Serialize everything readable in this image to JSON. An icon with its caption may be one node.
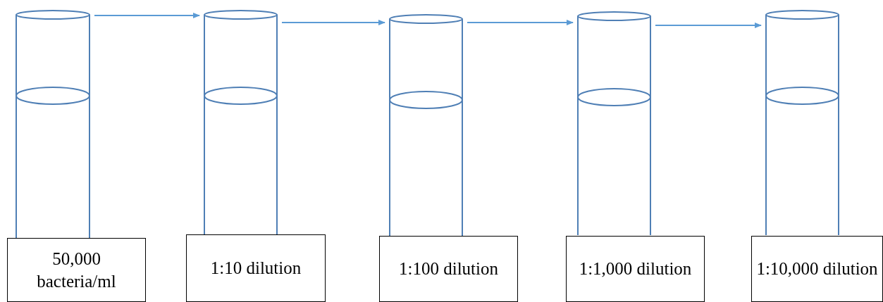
{
  "diagram": {
    "nodes": [
      {
        "text": [],
        "shape": "cylinder"
      },
      {
        "text": [],
        "shape": "cylinder"
      },
      {
        "text": [],
        "shape": "cylinder"
      },
      {
        "text": [],
        "shape": "cylinder"
      },
      {
        "text": [],
        "shape": "cylinder"
      },
      {
        "text": [
          "50,000 bacteria/ml"
        ]
      },
      {
        "text": [
          "1:10 dilution"
        ]
      },
      {
        "text": [
          "1:100 dilution"
        ]
      },
      {
        "text": [
          "1:1,000 dilution"
        ]
      },
      {
        "text": [
          "1:10,000 dilution"
        ]
      }
    ],
    "edges": [
      {
        "from": 0,
        "to": 1,
        "arrow": "to"
      },
      {
        "from": 1,
        "to": 2,
        "arrow": "to"
      },
      {
        "from": 2,
        "to": 3,
        "arrow": "to"
      },
      {
        "from": 3,
        "to": 4,
        "arrow": "to"
      }
    ]
  }
}
